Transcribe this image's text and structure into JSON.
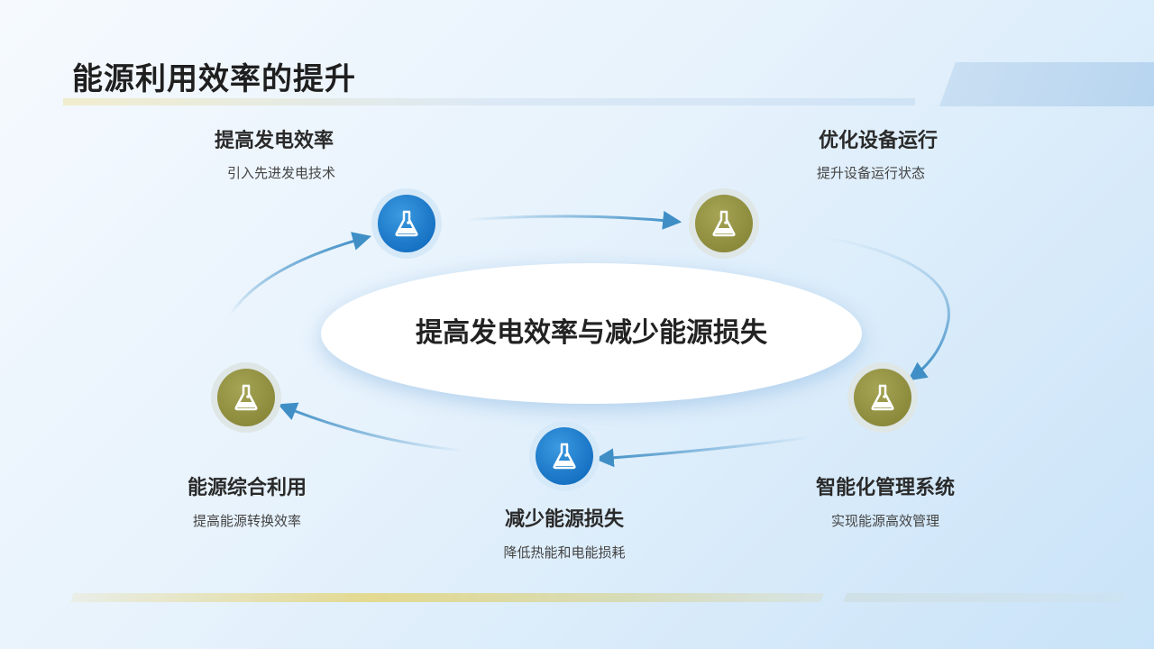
{
  "title": "能源利用效率的提升",
  "center": "提高发电效率与减少能源损失",
  "nodes": [
    {
      "title": "提高发电效率",
      "desc": "引入先进发电技术",
      "color": "blue",
      "icon": "flask-icon"
    },
    {
      "title": "优化设备运行",
      "desc": "提升设备运行状态",
      "color": "olive",
      "icon": "flask-icon"
    },
    {
      "title": "智能化管理系统",
      "desc": "实现能源高效管理",
      "color": "olive",
      "icon": "flask-icon"
    },
    {
      "title": "减少能源损失",
      "desc": "降低热能和电能损耗",
      "color": "blue",
      "icon": "flask-icon"
    },
    {
      "title": "能源综合利用",
      "desc": "提高能源转换效率",
      "color": "olive",
      "icon": "flask-icon"
    }
  ],
  "colors": {
    "blue": "#1570c2",
    "olive": "#8a893a",
    "arrow": "#3f8fc6"
  }
}
